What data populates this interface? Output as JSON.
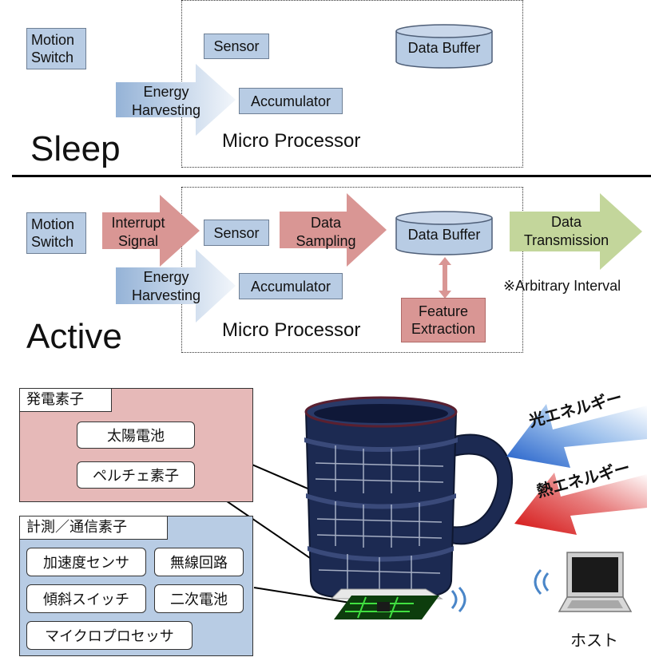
{
  "sleep": {
    "title": "Sleep",
    "motion_switch": "Motion\nSwitch",
    "sensor": "Sensor",
    "data_buffer": "Data Buffer",
    "energy_harvesting": "Energy\nHarvesting",
    "accumulator": "Accumulator",
    "micro_processor": "Micro Processor"
  },
  "active": {
    "title": "Active",
    "motion_switch": "Motion\nSwitch",
    "interrupt_signal": "Interrupt\nSignal",
    "sensor": "Sensor",
    "data_sampling": "Data\nSampling",
    "data_buffer": "Data Buffer",
    "data_transmission": "Data\nTransmission",
    "arbitrary_interval": "※Arbitrary Interval",
    "energy_harvesting": "Energy\nHarvesting",
    "accumulator": "Accumulator",
    "feature_extraction": "Feature\nExtraction",
    "micro_processor": "Micro Processor"
  },
  "bottom": {
    "power_panel": {
      "title": "発電素子",
      "items": [
        "太陽電池",
        "ペルチェ素子"
      ]
    },
    "measure_panel": {
      "title": "計測／通信素子",
      "items": [
        "加速度センサ",
        "無線回路",
        "傾斜スイッチ",
        "二次電池",
        "マイクロプロセッサ"
      ]
    },
    "light_energy": "光エネルギー",
    "heat_energy": "熱エネルギー",
    "host": "ホスト"
  },
  "colors": {
    "box_blue": "#b8cce4",
    "red_panel": "#e6b9b8",
    "blue_panel": "#b8cce4",
    "arrow_red": "#d99694",
    "arrow_green": "#c3d69b",
    "mug_navy": "#1c2a52"
  }
}
